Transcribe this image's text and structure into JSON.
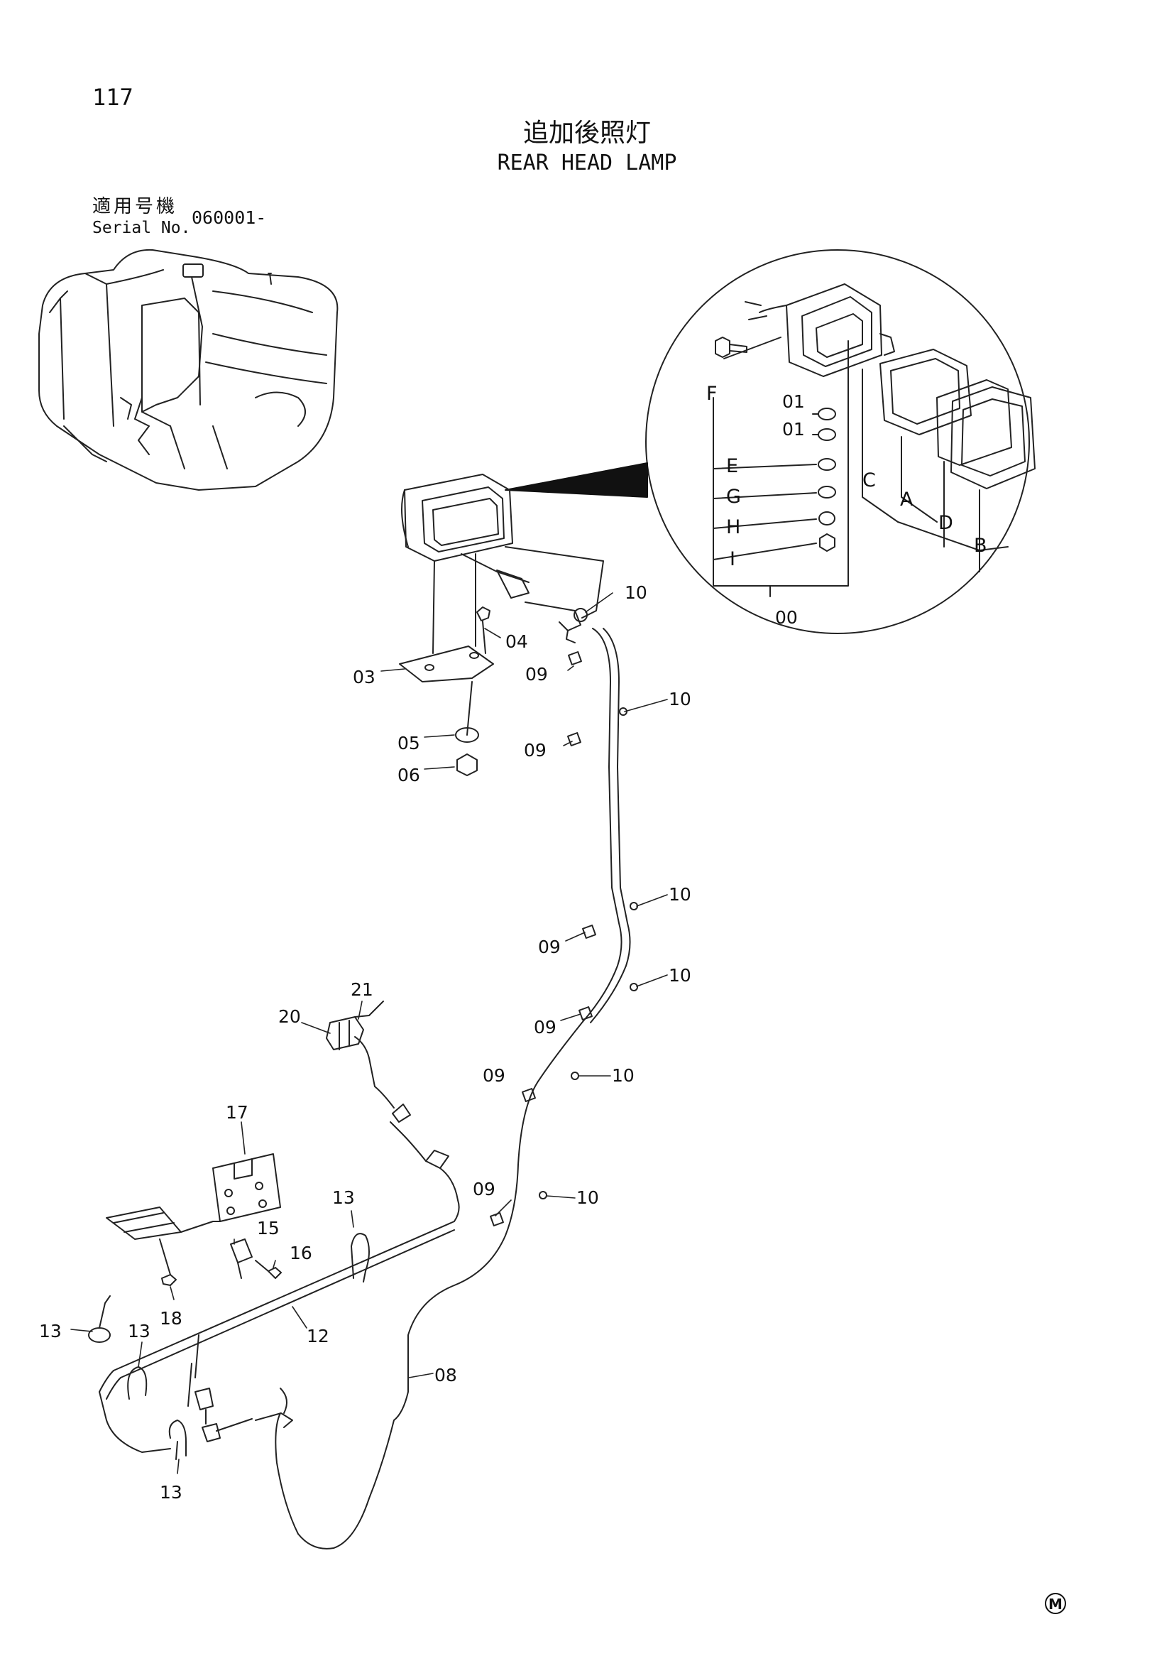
{
  "header": {
    "page_number": "117",
    "title_jp": "追加後照灯",
    "title_en": "REAR HEAD LAMP",
    "serial_label_jp": "適用号機",
    "serial_label_en": "Serial No.",
    "serial_value": "060001-"
  },
  "parts": {
    "p00": "00",
    "p01a": "01",
    "p01b": "01",
    "pA": "A",
    "pB": "B",
    "pC": "C",
    "pD": "D",
    "pE": "E",
    "pF": "F",
    "pG": "G",
    "pH": "H",
    "pI": "I",
    "p03": "03",
    "p04": "04",
    "p05": "05",
    "p06": "06",
    "p08": "08",
    "p09a": "09",
    "p09b": "09",
    "p09c": "09",
    "p09d": "09",
    "p09e": "09",
    "p09f": "09",
    "p10a": "10",
    "p10b": "10",
    "p10c": "10",
    "p10d": "10",
    "p10e": "10",
    "p10f": "10",
    "p12": "12",
    "p13a": "13",
    "p13b": "13",
    "p13c": "13",
    "p13d": "13",
    "p15": "15",
    "p16": "16",
    "p17": "17",
    "p18": "18",
    "p20": "20",
    "p21": "21"
  },
  "footer": {
    "mark": "M"
  }
}
